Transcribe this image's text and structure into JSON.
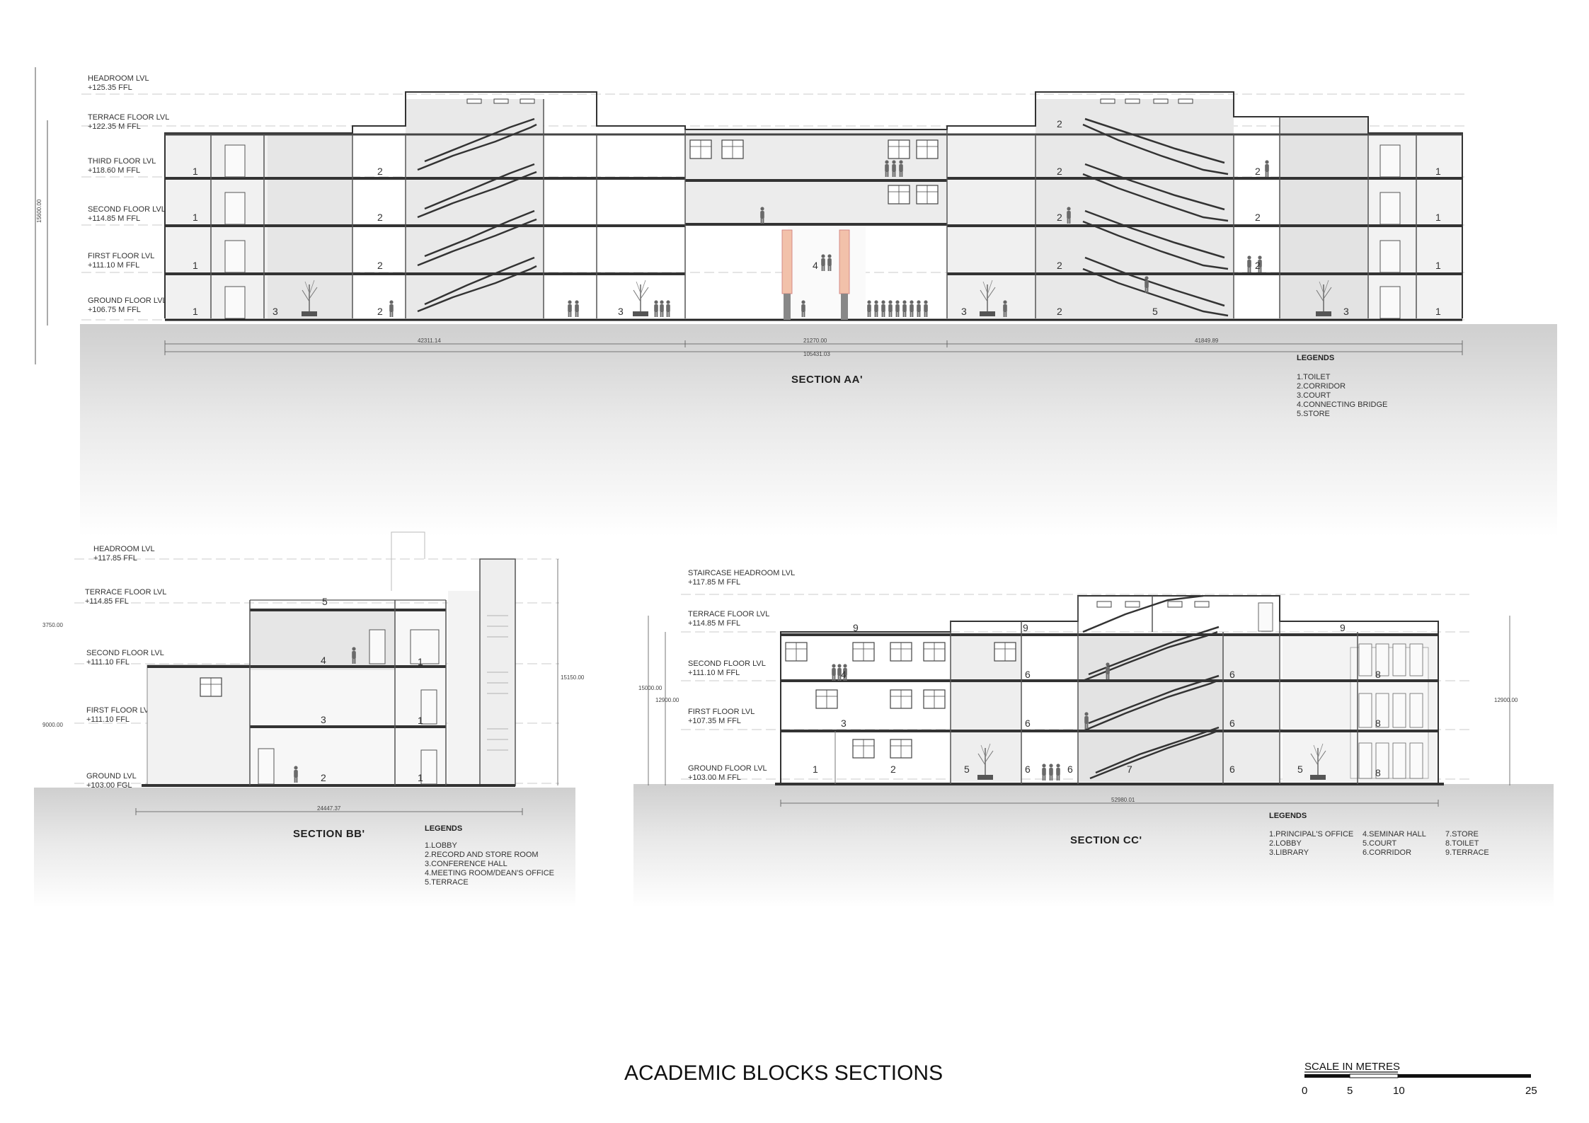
{
  "sheet_title": "ACADEMIC BLOCKS SECTIONS",
  "scale": {
    "label": "SCALE IN METRES",
    "ticks": [
      "0",
      "5",
      "10",
      "25"
    ]
  },
  "section_aa": {
    "title": "SECTION AA'",
    "levels": [
      {
        "name": "HEADROOM LVL",
        "value": "+125.35 FFL"
      },
      {
        "name": "TERRACE FLOOR LVL",
        "value": "+122.35 M FFL"
      },
      {
        "name": "THIRD FLOOR LVL",
        "value": "+118.60 M FFL"
      },
      {
        "name": "SECOND FLOOR LVL",
        "value": "+114.85 M FFL"
      },
      {
        "name": "FIRST FLOOR LVL",
        "value": "+111.10 M FFL"
      },
      {
        "name": "GROUND FLOOR LVL",
        "value": "+106.75 M FFL"
      }
    ],
    "dims": {
      "height": "15600.00",
      "seg1": "42311.14",
      "seg2": "21270.00",
      "seg3": "41849.89",
      "total": "105431.03"
    },
    "legend_heading": "LEGENDS",
    "legend": [
      "1.TOILET",
      "2.CORRIDOR",
      "3.COURT",
      "4.CONNECTING BRIDGE",
      "5.STORE"
    ]
  },
  "section_bb": {
    "title": "SECTION BB'",
    "levels": [
      {
        "name": "HEADROOM LVL",
        "value": "+117.85 FFL"
      },
      {
        "name": "TERRACE FLOOR LVL",
        "value": "+114.85 FFL"
      },
      {
        "name": "SECOND FLOOR LVL",
        "value": "+111.10 FFL"
      },
      {
        "name": "FIRST FLOOR LVL",
        "value": "+111.10 FFL"
      },
      {
        "name": "GROUND LVL",
        "value": "+103.00 FGL"
      }
    ],
    "dims": {
      "upper": "3750.00",
      "lower": "9000.00",
      "right": "15150.00",
      "width": "24447.37"
    },
    "legend_heading": "LEGENDS",
    "legend": [
      "1.LOBBY",
      "2.RECORD AND STORE ROOM",
      "3.CONFERENCE HALL",
      "4.MEETING ROOM/DEAN'S OFFICE",
      "5.TERRACE"
    ]
  },
  "section_cc": {
    "title": "SECTION CC'",
    "levels": [
      {
        "name": "STAIRCASE HEADROOM LVL",
        "value": "+117.85 M FFL"
      },
      {
        "name": "TERRACE FLOOR LVL",
        "value": "+114.85 M FFL"
      },
      {
        "name": "SECOND FLOOR LVL",
        "value": "+111.10 M FFL"
      },
      {
        "name": "FIRST FLOOR LVL",
        "value": "+107.35 M FFL"
      },
      {
        "name": "GROUND FLOOR LVL",
        "value": "+103.00 M FFL"
      }
    ],
    "dims": {
      "outer": "15000.00",
      "inner": "12900.00",
      "right": "12900.00",
      "width": "52980.01"
    },
    "legend_heading": "LEGENDS",
    "legend_col1": [
      "1.PRINCIPAL'S OFFICE",
      "2.LOBBY",
      "3.LIBRARY"
    ],
    "legend_col2": [
      "4.SEMINAR HALL",
      "5.COURT",
      "6.CORRIDOR"
    ],
    "legend_col3": [
      "7.STORE",
      "8.TOILET",
      "9.TERRACE"
    ]
  },
  "room_labels": {
    "aa": [
      "1",
      "1",
      "1",
      "1",
      "2",
      "2",
      "2",
      "2",
      "3",
      "3",
      "2",
      "4",
      "2",
      "2",
      "2",
      "2",
      "2",
      "2",
      "2",
      "3",
      "5",
      "3",
      "1",
      "1",
      "1",
      "1"
    ],
    "bb": [
      "5",
      "4",
      "1",
      "3",
      "1",
      "2",
      "1"
    ],
    "cc": [
      "9",
      "9",
      "9",
      "4",
      "3",
      "1",
      "2",
      "5",
      "6",
      "6",
      "6",
      "6",
      "7",
      "6",
      "6",
      "6",
      "5",
      "8",
      "8",
      "8"
    ]
  }
}
